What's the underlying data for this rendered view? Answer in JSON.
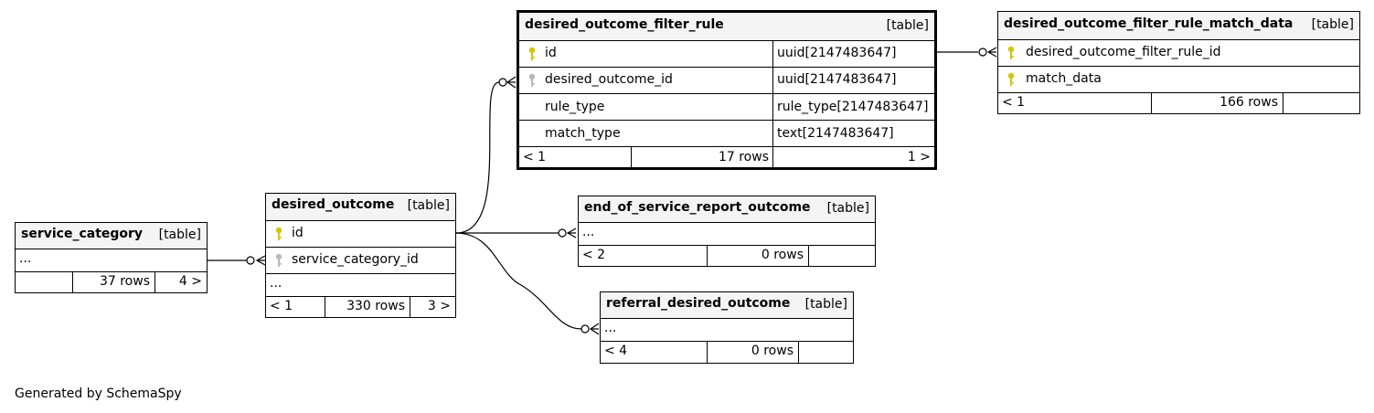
{
  "tables": {
    "filter_rule": {
      "name": "desired_outcome_filter_rule",
      "kind": "[table]",
      "rows": [
        {
          "col": "id",
          "type": "uuid[2147483647]",
          "key": "primary"
        },
        {
          "col": "desired_outcome_id",
          "type": "uuid[2147483647]",
          "key": "foreign"
        },
        {
          "col": "rule_type",
          "type": "rule_type[2147483647]",
          "key": ""
        },
        {
          "col": "match_type",
          "type": "text[2147483647]",
          "key": ""
        }
      ],
      "footer": {
        "left": "< 1",
        "rows": "17 rows",
        "right": "1 >"
      }
    },
    "match_data": {
      "name": "desired_outcome_filter_rule_match_data",
      "kind": "[table]",
      "rows": [
        {
          "col": "desired_outcome_filter_rule_id",
          "key": "primary"
        },
        {
          "col": "match_data",
          "key": "primary"
        }
      ],
      "footer": {
        "left": "< 1",
        "rows": "166 rows",
        "right": ""
      }
    },
    "service_category": {
      "name": "service_category",
      "kind": "[table]",
      "ellipsis": "...",
      "footer": {
        "left": "",
        "rows": "37 rows",
        "right": "4 >"
      }
    },
    "desired_outcome": {
      "name": "desired_outcome",
      "kind": "[table]",
      "rows": [
        {
          "col": "id",
          "key": "primary"
        },
        {
          "col": "service_category_id",
          "key": "foreign"
        }
      ],
      "ellipsis": "...",
      "footer": {
        "left": "< 1",
        "rows": "330 rows",
        "right": "3 >"
      }
    },
    "eosr_outcome": {
      "name": "end_of_service_report_outcome",
      "kind": "[table]",
      "ellipsis": "...",
      "footer": {
        "left": "< 2",
        "rows": "0 rows",
        "right": ""
      }
    },
    "referral_outcome": {
      "name": "referral_desired_outcome",
      "kind": "[table]",
      "ellipsis": "...",
      "footer": {
        "left": "< 4",
        "rows": "0 rows",
        "right": ""
      }
    }
  },
  "colors": {
    "primary_key": "#d4c600",
    "foreign_key": "#b8b8b8",
    "header_bg": "#f4f4f4"
  },
  "footer_note": "Generated by SchemaSpy"
}
